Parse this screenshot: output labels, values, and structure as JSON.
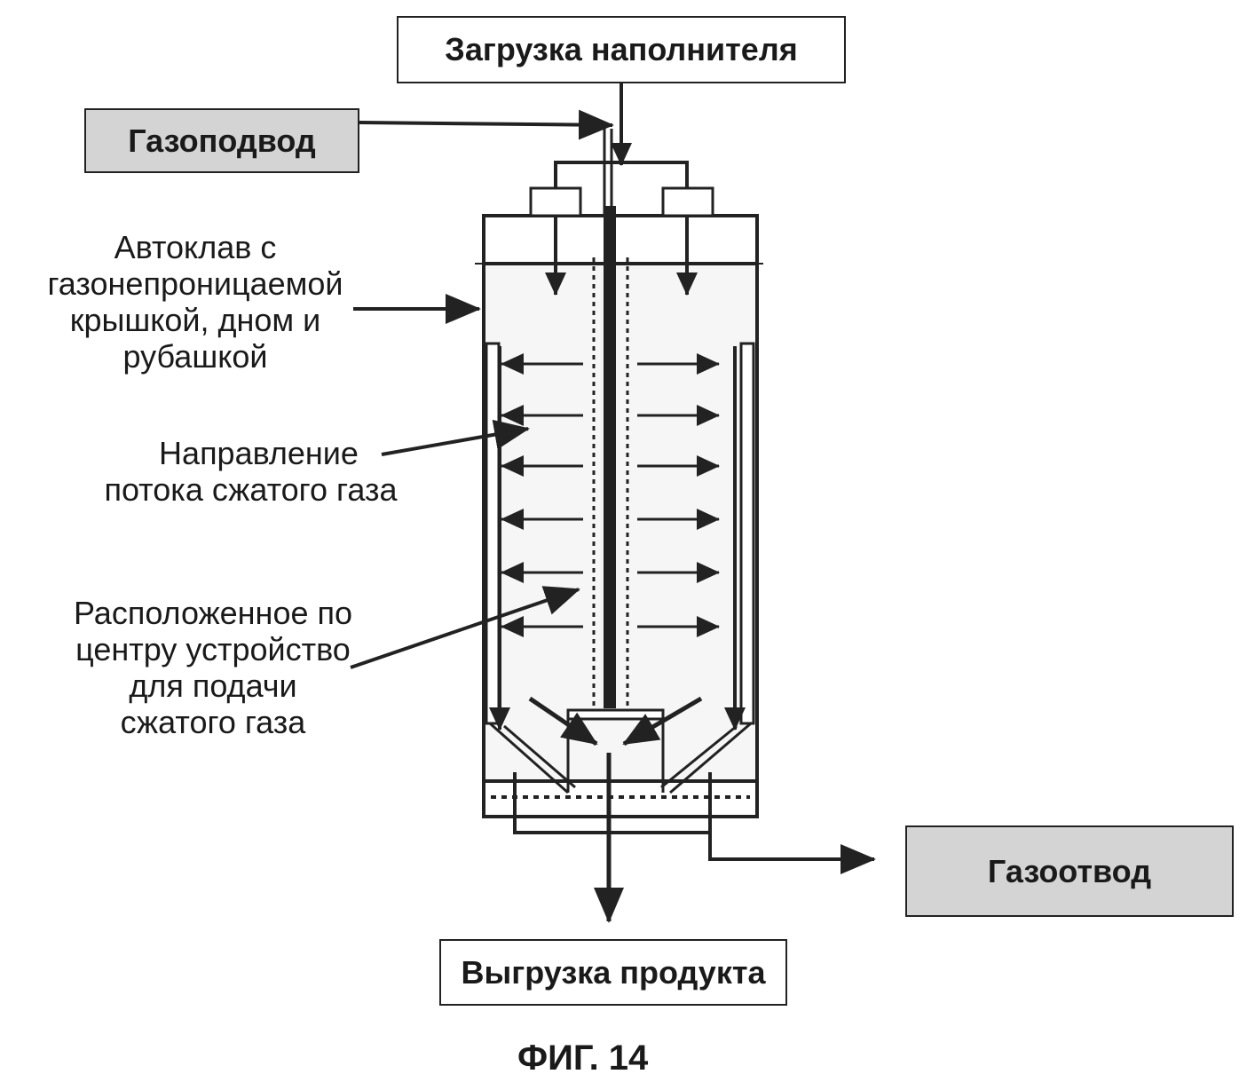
{
  "boxes": {
    "filler_loading": "Загрузка наполнителя",
    "gas_inlet": "Газоподвод",
    "gas_outlet": "Газоотвод",
    "product_unloading": "Выгрузка продукта"
  },
  "labels": {
    "autoclave": [
      "Автоклав с",
      "газонепроницаемой",
      "крышкой, дном и",
      "рубашкой"
    ],
    "flow_direction": [
      "Направление",
      "потока сжатого газа"
    ],
    "central_device": [
      "Расположенное по",
      "центру устройство",
      "для подачи",
      "сжатого газа"
    ]
  },
  "figure_caption": "ФИГ. 14",
  "colors": {
    "line": "#222222",
    "gray_box": "#d4d4d4",
    "fill": "#f6f6f6"
  }
}
